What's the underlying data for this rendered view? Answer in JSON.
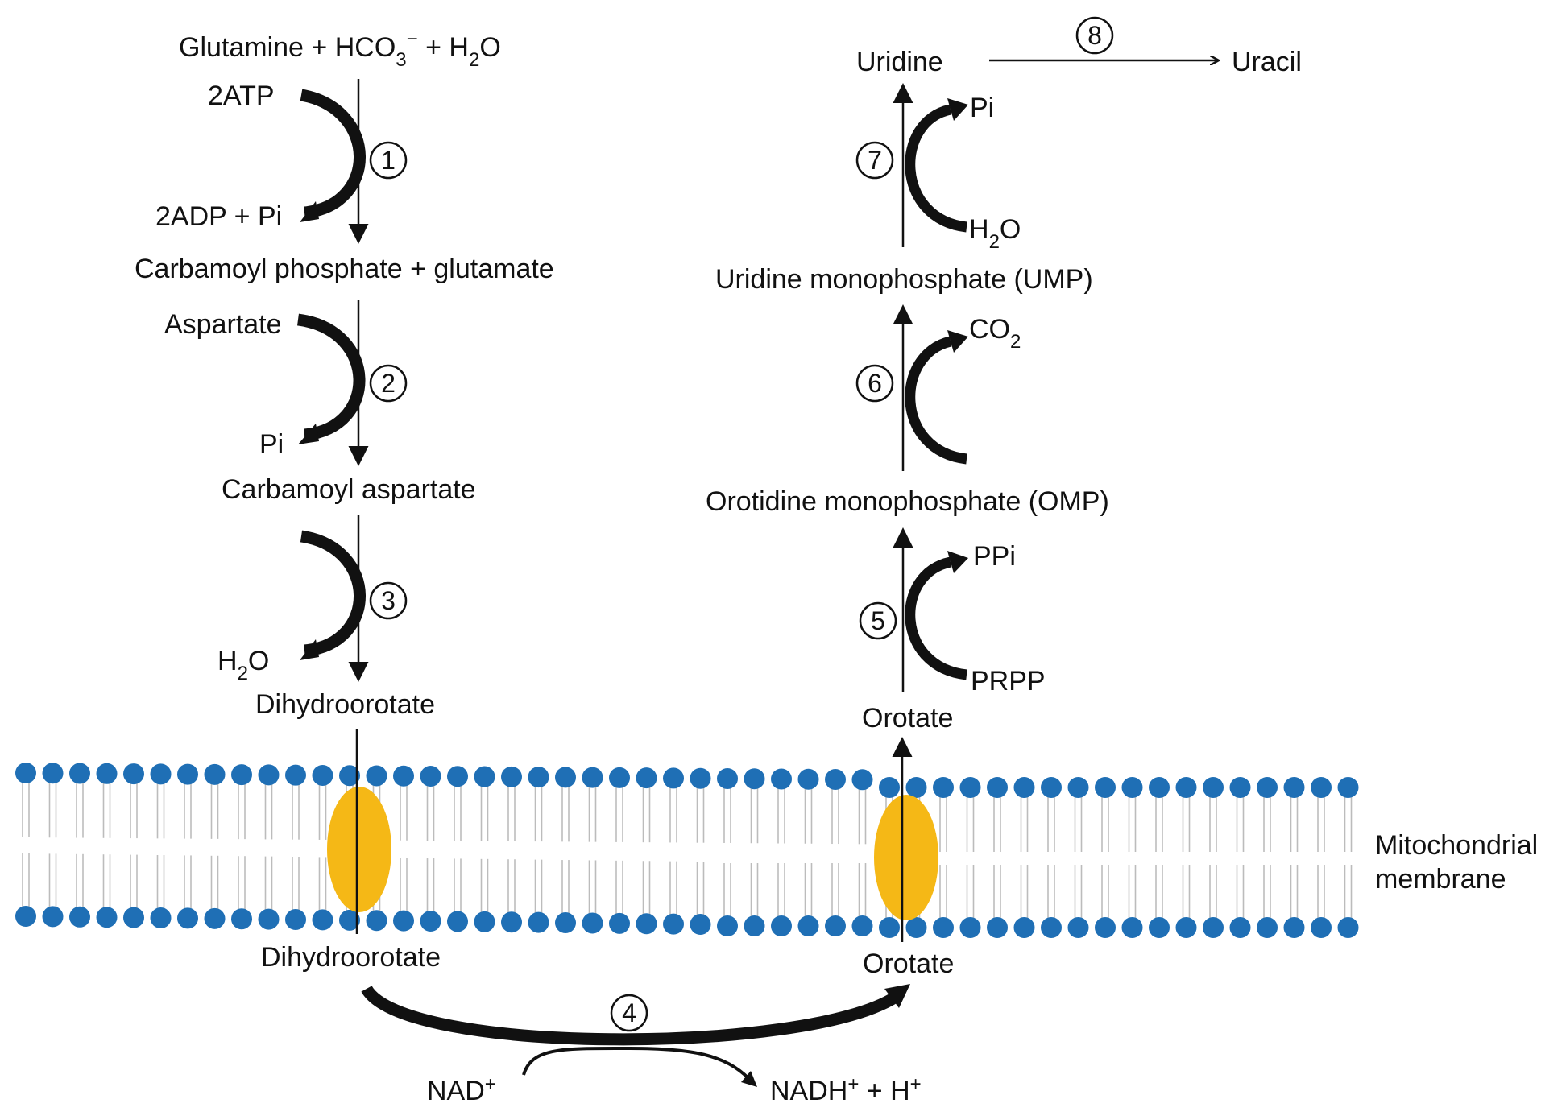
{
  "reactants": {
    "glutamine_hco3_h2o": {
      "pre": "Glutamine + HCO",
      "sub1": "3",
      "sup1": "−",
      "mid": " + H",
      "sub2": "2",
      "post": "O"
    },
    "atp": "2ATP",
    "adp_pi": "2ADP + Pi",
    "carbamoyl_phosphate": "Carbamoyl phosphate + glutamate",
    "aspartate": "Aspartate",
    "pi_step2": "Pi",
    "carbamoyl_aspartate": "Carbamoyl aspartate",
    "h2o_step3": {
      "pre": "H",
      "sub": "2",
      "post": "O"
    },
    "dihydroorotate_top": "Dihydroorotate",
    "dihydroorotate_bottom": "Dihydroorotate",
    "orotate_bottom": "Orotate",
    "nad": {
      "pre": "NAD",
      "sup": "+"
    },
    "nadh": {
      "pre": "NADH",
      "sup1": "+",
      "mid": " + H",
      "sup2": "+"
    },
    "orotate_top": "Orotate",
    "prpp": "PRPP",
    "ppi": "PPi",
    "omp": "Orotidine monophosphate (OMP)",
    "co2": {
      "pre": "CO",
      "sub": "2"
    },
    "ump": "Uridine monophosphate (UMP)",
    "h2o_step7": {
      "pre": "H",
      "sub": "2",
      "post": "O"
    },
    "pi_step7": "Pi",
    "uridine": "Uridine",
    "uracil": "Uracil"
  },
  "steps": [
    "1",
    "2",
    "3",
    "4",
    "5",
    "6",
    "7",
    "8"
  ],
  "membrane": {
    "line1": "Mitochondrial",
    "line2": "membrane"
  },
  "colors": {
    "head": "#1f6fb5",
    "tail": "#bcbcbc",
    "transporter": "#f5b816",
    "arrow": "#111111"
  }
}
